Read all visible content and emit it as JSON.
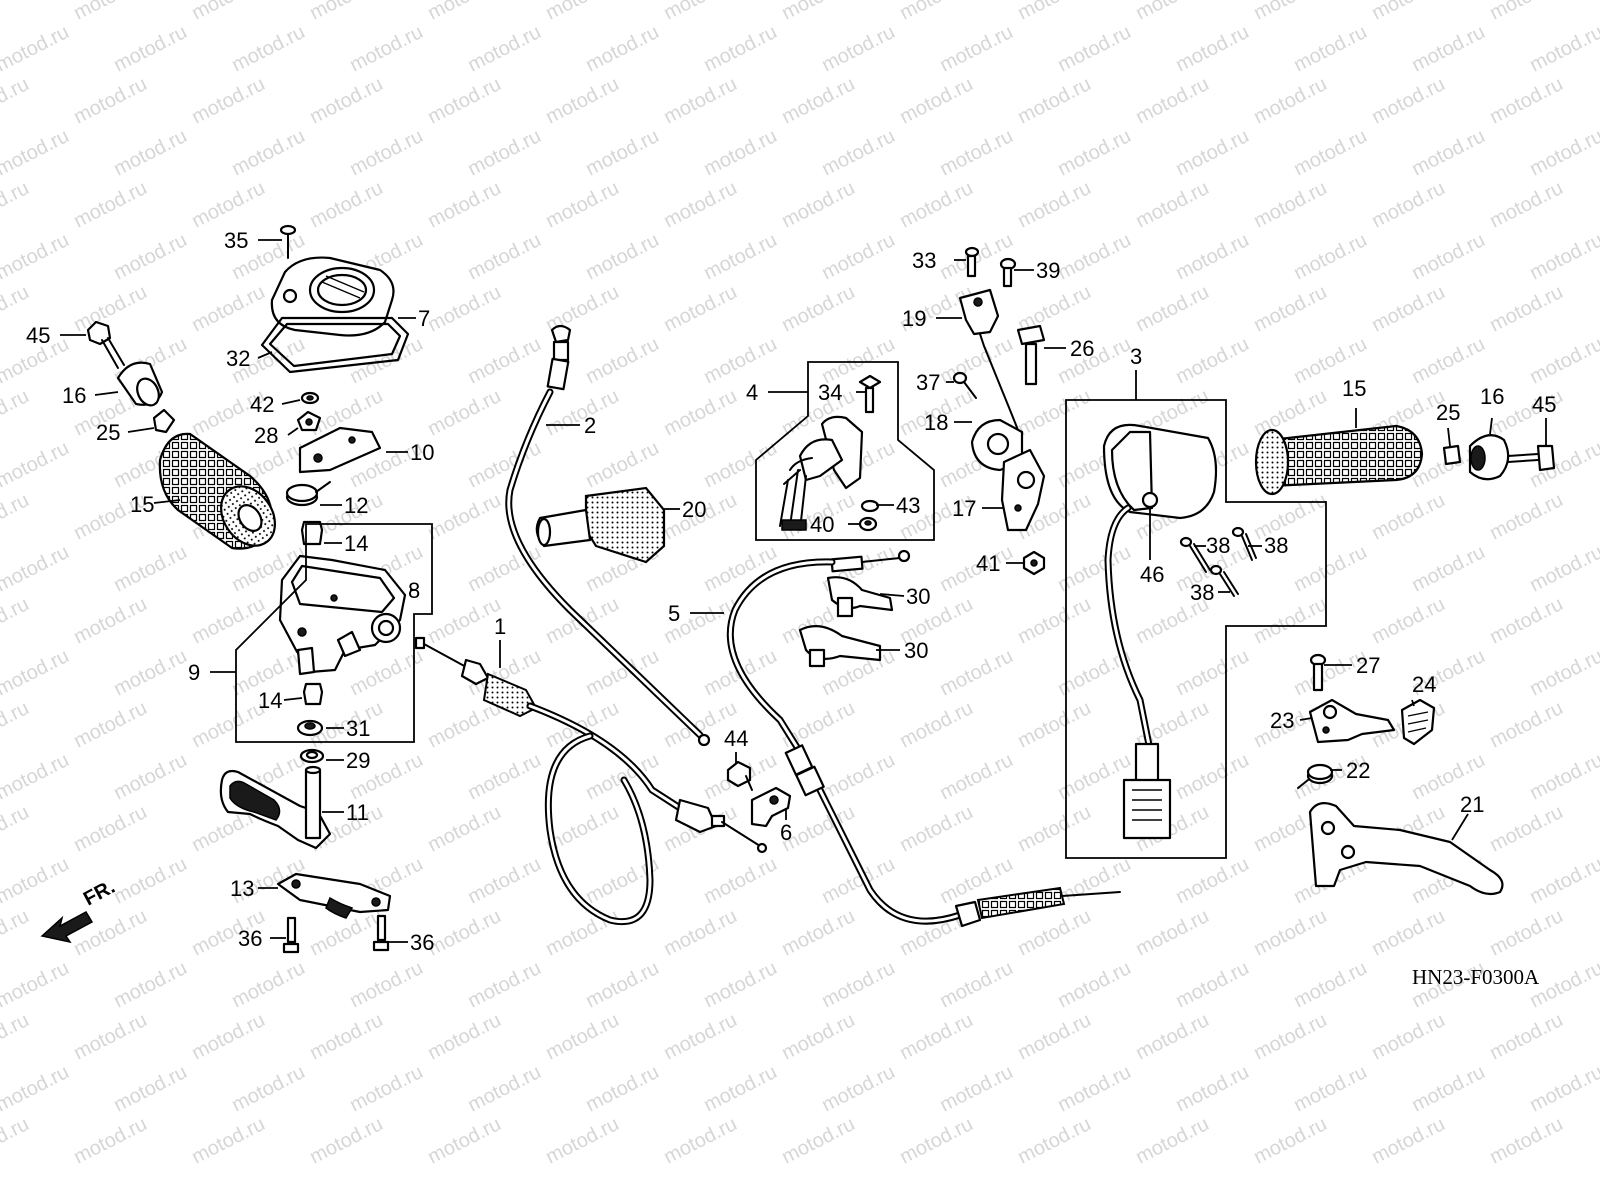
{
  "watermark": "motod.ru",
  "diagram_code": "HN23-F0300A",
  "direction_label": "FR.",
  "colors": {
    "line": "#000000",
    "background": "#ffffff",
    "watermark": "#d6d6d6"
  },
  "callouts": {
    "n1": "1",
    "n2": "2",
    "n3": "3",
    "n4": "4",
    "n5": "5",
    "n6": "6",
    "n7": "7",
    "n8": "8",
    "n9": "9",
    "n10": "10",
    "n11": "11",
    "n12": "12",
    "n13": "13",
    "n14a": "14",
    "n14b": "14",
    "n15a": "15",
    "n15b": "15",
    "n16a": "16",
    "n16b": "16",
    "n17": "17",
    "n18": "18",
    "n19": "19",
    "n20": "20",
    "n21": "21",
    "n22": "22",
    "n23": "23",
    "n24": "24",
    "n25a": "25",
    "n25b": "25",
    "n26": "26",
    "n27": "27",
    "n28": "28",
    "n29": "29",
    "n30a": "30",
    "n30b": "30",
    "n31": "31",
    "n32": "32",
    "n33": "33",
    "n34": "34",
    "n35": "35",
    "n36a": "36",
    "n36b": "36",
    "n37": "37",
    "n38a": "38",
    "n38b": "38",
    "n38c": "38",
    "n39": "39",
    "n40": "40",
    "n41": "41",
    "n42": "42",
    "n43": "43",
    "n44": "44",
    "n45a": "45",
    "n45b": "45",
    "n46": "46"
  }
}
